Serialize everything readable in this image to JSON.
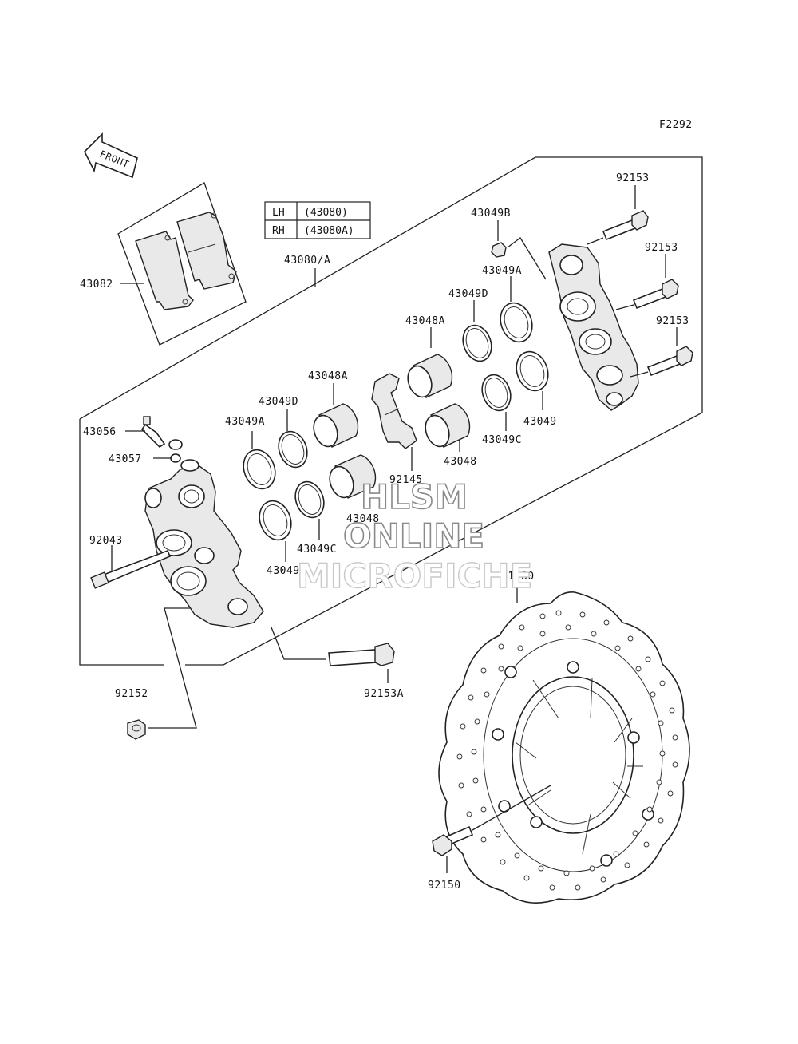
{
  "figure_code": "F2292",
  "front_arrow_text": "FRONT",
  "legend_table": {
    "rows": [
      {
        "side": "LH",
        "part": "(43080)"
      },
      {
        "side": "RH",
        "part": "(43080A)"
      }
    ]
  },
  "assembly_label": "43080/A",
  "part_labels": {
    "brake_pads": "43082",
    "bleeder_valve": "43056",
    "bleeder_cap": "43057",
    "pad_pin": "92043",
    "nut": "92152",
    "caliper_bolt_a": "92153A",
    "caliper_bolt_top": "92153",
    "caliper_bolt_mid": "92153",
    "caliper_bolt_low": "92153",
    "seal_b": "43049B",
    "seal_a_right": "43049A",
    "seal_d_right": "43049D",
    "piston_a_right": "43048A",
    "piston_a_left": "43048A",
    "seal_d_left": "43049D",
    "seal_a_left": "43049A",
    "pad_spring": "92145",
    "piston_right": "43048",
    "seal_c_right": "43049C",
    "seal_right": "43049",
    "piston_left": "43048",
    "seal_c_left": "43049C",
    "seal_left": "43049",
    "brake_disc": "41080",
    "disc_bolt": "92150"
  },
  "watermark": {
    "line1": "HLSM",
    "line2": "ONLINE",
    "line3": "MICROFICHE"
  }
}
